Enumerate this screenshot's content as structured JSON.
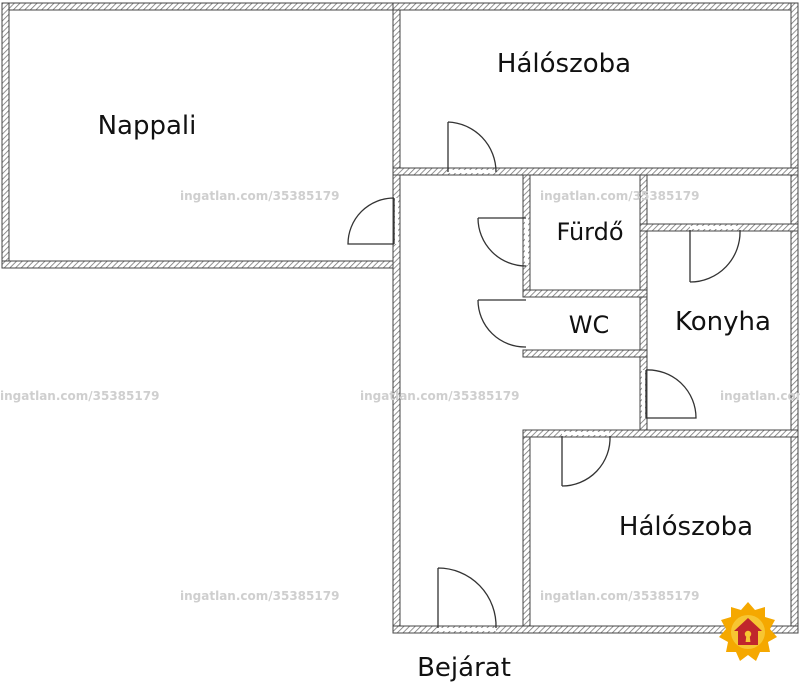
{
  "rooms": {
    "nappali": "Nappali",
    "haloszoba_top": "Hálószoba",
    "furdo": "Fürdő",
    "wc": "WC",
    "konyha": "Konyha",
    "haloszoba_bottom": "Hálószoba"
  },
  "entrance": "Bejárat",
  "watermark": "ingatlan.com/35385179",
  "colors": {
    "wall": "#444444",
    "hatch": "#888888",
    "logo_outer": "#f5a800",
    "logo_inner": "#c0262c"
  },
  "icons": {
    "logo": "house-keyhole-icon"
  }
}
